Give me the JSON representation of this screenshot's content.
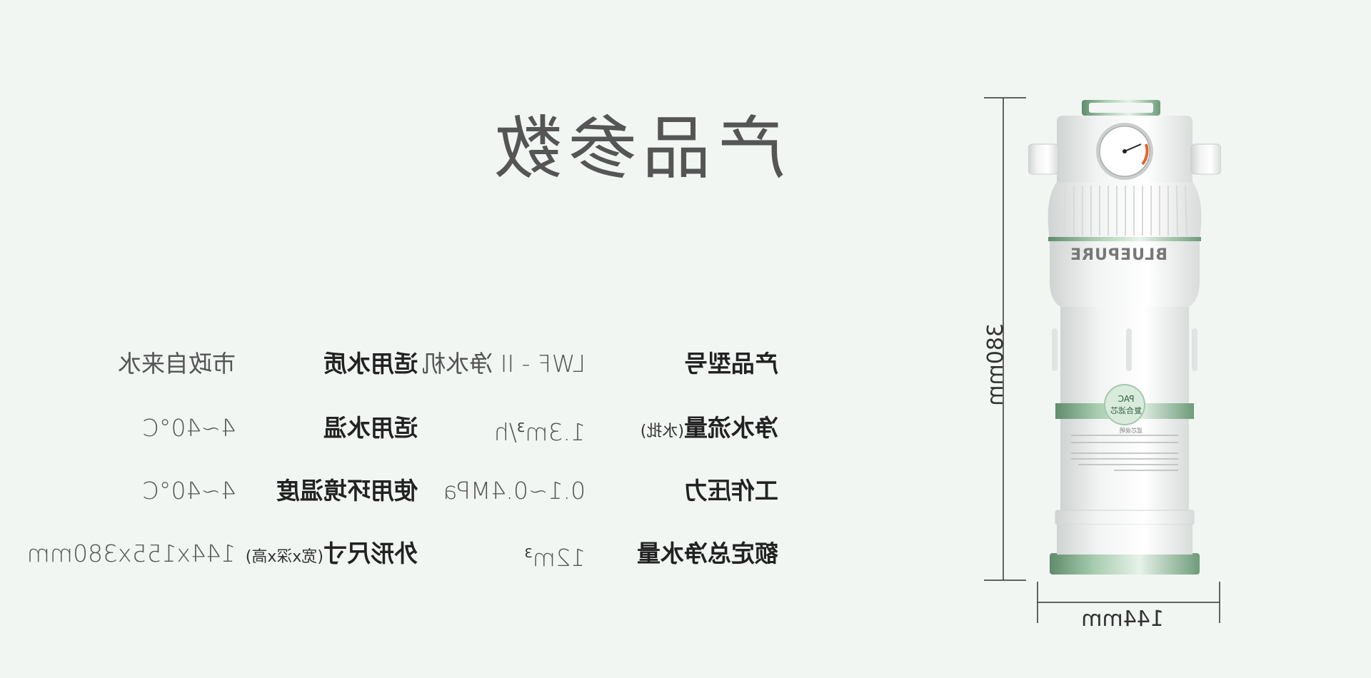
{
  "title": "产品参数",
  "specs": {
    "model_label": "产品型号",
    "model_value": "LWF - II 净水机",
    "water_quality_label": "适用水质",
    "water_quality_value": "市政自来水",
    "flow_label": "净水流量",
    "flow_label_note": "(水批)",
    "flow_value": "1.3m",
    "flow_sup": "3",
    "flow_unit": "/h",
    "water_temp_label": "适用水温",
    "water_temp_value": "4~40°C",
    "pressure_label": "工作压力",
    "pressure_value": "0.1~0.4MPa",
    "env_temp_label": "使用环境温度",
    "env_temp_value": "4~40°C",
    "capacity_label": "额定总净水量",
    "capacity_value": "12m",
    "capacity_sup": "3",
    "size_label": "外形尺寸",
    "size_label_note": "(宽x深x高)",
    "size_value": "144x155x380mm"
  },
  "dimensions": {
    "height": "380mm",
    "width": "144mm"
  },
  "product": {
    "brand": "BLUEPURE",
    "filter_badge_line1": "PAC",
    "filter_badge_line2": "复合滤芯",
    "label_heading": "滤芯说明"
  },
  "colors": {
    "accent_green": "#8fbf9a",
    "background": "#f1f6f3"
  }
}
